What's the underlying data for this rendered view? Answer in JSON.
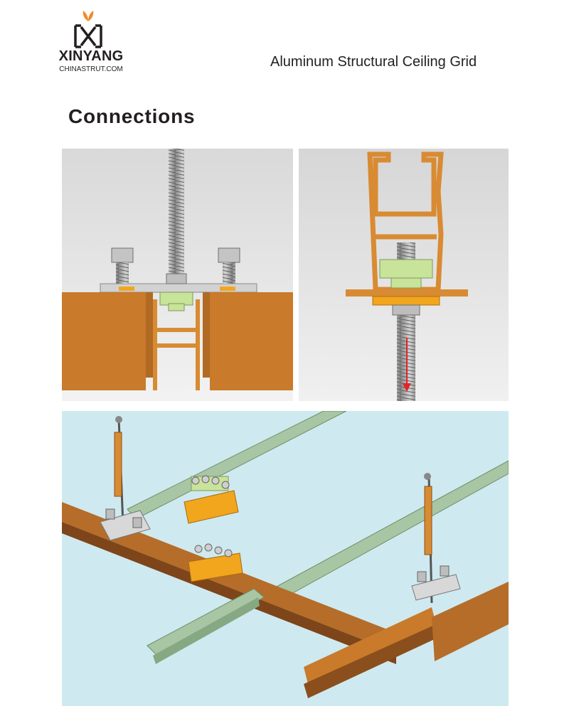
{
  "brand": {
    "name": "XINYANG",
    "website": "CHINASTRUT.COM",
    "logo_icon": "xinyang-logo-icon",
    "colors": {
      "leaf": "#f08a24",
      "mark": "#231f20"
    }
  },
  "document": {
    "title": "Aluminum Structural Ceiling Grid",
    "section_title": "Connections"
  },
  "colors": {
    "beam_orange": "#c97a2a",
    "beam_dark": "#8a4f1c",
    "clip_green": "#c8e39a",
    "rail_green": "#a8c6a3",
    "washer_yellow": "#f2a61d",
    "sky_blue": "#cfe9f0",
    "panel_gray": "#dcdcdc",
    "arrow_red": "#e0252b"
  },
  "figures": [
    {
      "id": "fig-beam-splice-cross-section",
      "icon": "bolt-nut-icon"
    },
    {
      "id": "fig-profile-hanger-rod-connection",
      "icon": "threaded-rod-icon"
    },
    {
      "id": "fig-grid-assembly-3d",
      "icon": "turnbuckle-hanger-icon"
    }
  ]
}
